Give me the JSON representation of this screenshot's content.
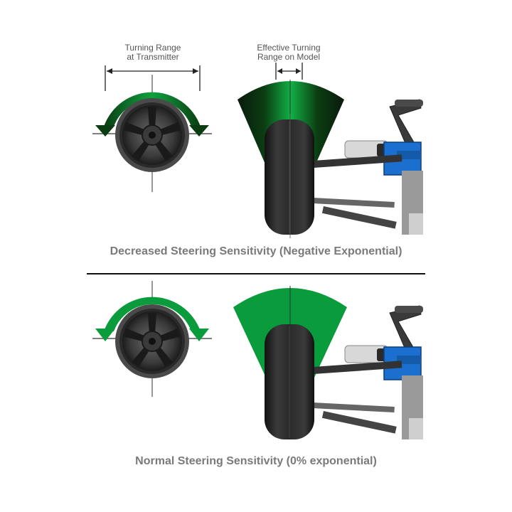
{
  "panels": [
    {
      "id": "decreased",
      "caption": "Decreased Steering Sensitivity (Negative Exponential)",
      "transmitter_label_line1": "Turning Range",
      "transmitter_label_line2": "at Transmitter",
      "model_label_line1": "Effective Turning",
      "model_label_line2": "Range on Model",
      "arc_fill": "gradient"
    },
    {
      "id": "normal",
      "caption": "Normal Steering Sensitivity (0% exponential)",
      "arc_fill": "solid"
    }
  ],
  "colors": {
    "green": "#0a9b3c",
    "dark_green": "#0b3d12",
    "caption_gray": "#7a7a7a",
    "tire": "#222222",
    "suspension_blue": "#1b6fcf",
    "divider": "#111111"
  },
  "icons": [
    "steering-wheel-icon",
    "rc-car-tire-icon",
    "suspension-assembly-icon",
    "curved-arrow-icon"
  ]
}
